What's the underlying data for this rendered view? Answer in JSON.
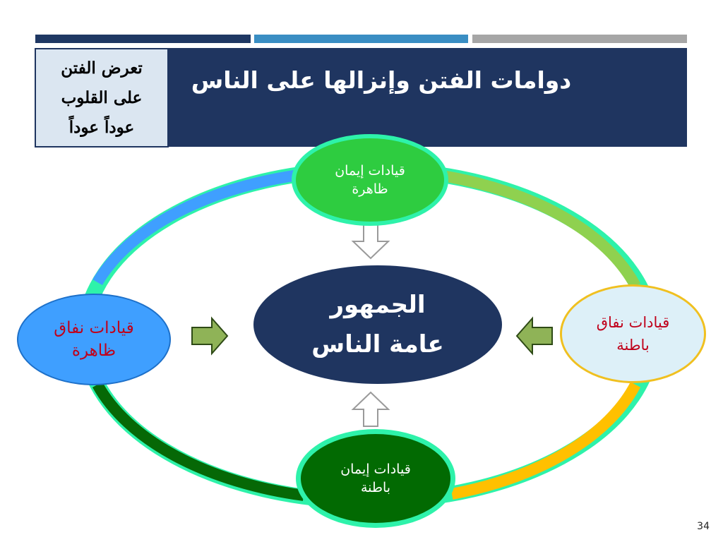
{
  "colors": {
    "navy": "#1f3560",
    "top_bar_1": "#1f3863",
    "top_bar_2": "#3a8ec3",
    "top_bar_3": "#a6a6a6",
    "ring_top_left": "#3f9fff",
    "ring_top_right": "#8fd14f",
    "ring_bottom_right": "#ffc000",
    "ring_bottom_left": "#066806",
    "ring_outline": "#2ef2aa",
    "arrow_green": "#8fb357",
    "arrow_dark_green": "#2e4a16",
    "red_text": "#c0001a"
  },
  "slide": {
    "title": "دوامات الفتن وإنزالها على الناس",
    "side_box": {
      "lines": [
        "تعرض الفتن",
        "على القلوب",
        "عوداً عوداً"
      ]
    },
    "nodes": {
      "top": {
        "line1": "قيادات إيمان",
        "line2": "ظاهرة"
      },
      "left": {
        "line1": "قيادات نفاق",
        "line2": "ظاهرة"
      },
      "right": {
        "line1": "قيادات نفاق",
        "line2": "باطنة"
      },
      "bottom": {
        "line1": "قيادات إيمان",
        "line2": "باطنة"
      },
      "center": {
        "line1": "الجمهور",
        "line2": "عامة الناس"
      }
    },
    "page_number": "34"
  }
}
